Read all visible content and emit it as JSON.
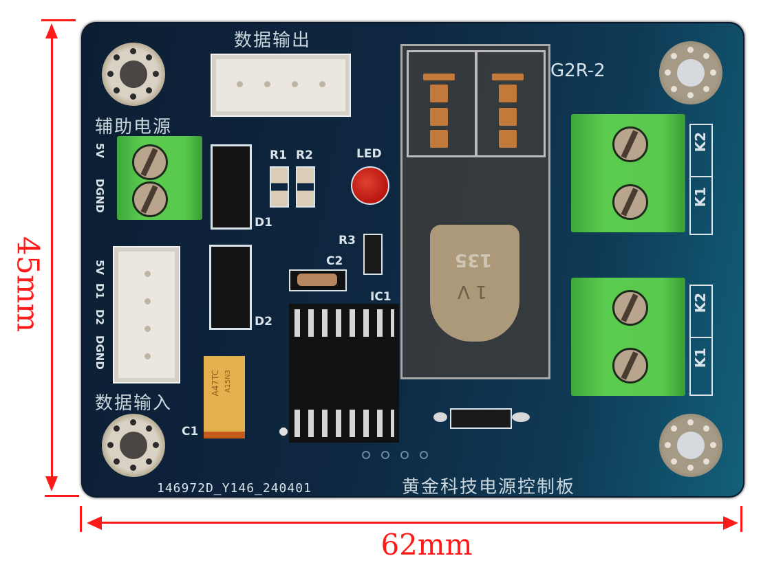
{
  "board": {
    "title_cn": "黄金科技电源控制板",
    "serial": "146972D_Y146_240401",
    "relay_model": "G2R-2",
    "colors": {
      "pcb": "#0e2741",
      "silkscreen": "#d8e4ea",
      "terminal_green": "#58c94c",
      "dimension_red": "#ff1a1a"
    }
  },
  "labels": {
    "data_output": "数据输出",
    "aux_power": "辅助电源",
    "data_input": "数据输入",
    "aux_pins": [
      "5V",
      "DGND"
    ],
    "input_pins": [
      "5V",
      "D1",
      "D2",
      "DGND"
    ],
    "terminal_top": [
      "K1",
      "K2"
    ],
    "terminal_bottom": [
      "K1",
      "K2"
    ]
  },
  "components": {
    "d1": "D1",
    "d2": "D2",
    "r1": "R1",
    "r2": "R2",
    "r3": "R3",
    "led": "LED",
    "c1": "C1",
    "c2": "C2",
    "ic1": "IC1",
    "c1_marking_1": "A47TC",
    "c1_marking_2": "A15N3",
    "relay_stamp": "135",
    "relay_stamp_2": "1 V"
  },
  "dimensions": {
    "width": "62mm",
    "height": "45mm"
  }
}
